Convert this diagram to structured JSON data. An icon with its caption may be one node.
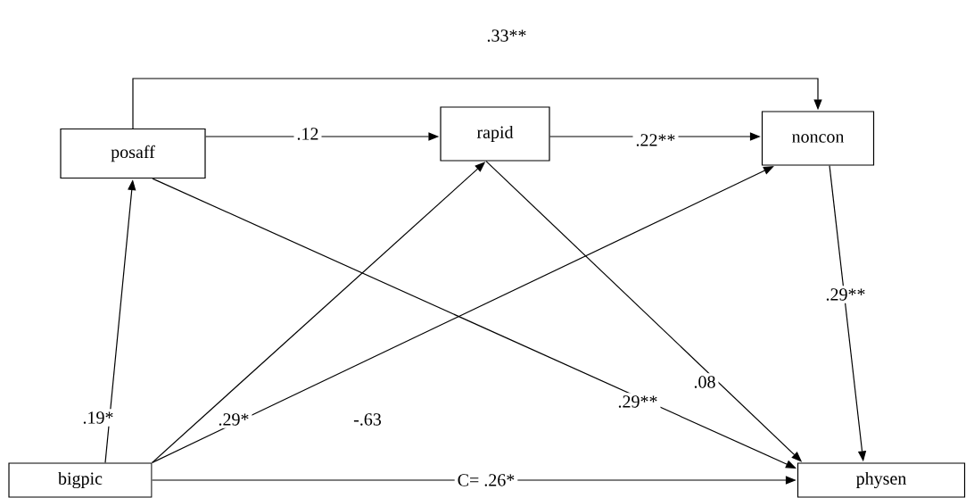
{
  "diagram": {
    "nodes": [
      {
        "text": [
          "posaff"
        ]
      },
      {
        "text": [
          "rapid"
        ]
      },
      {
        "text": [
          "noncon"
        ]
      },
      {
        "text": [
          "bigpic"
        ]
      },
      {
        "text": [
          "physen"
        ]
      }
    ],
    "edges": [
      {
        "from": 0,
        "to": 2,
        "arrow": "to",
        "label": ".33**"
      },
      {
        "from": 0,
        "to": 1,
        "arrow": "to",
        "label": ".12"
      },
      {
        "from": 1,
        "to": 2,
        "arrow": "to",
        "label": ".22**"
      },
      {
        "from": 3,
        "to": 0,
        "arrow": "to",
        "label": ".19*"
      },
      {
        "from": 3,
        "to": 1,
        "arrow": "to",
        "label": ".29*"
      },
      {
        "from": 3,
        "to": 2,
        "arrow": "to",
        "label": "-.63"
      },
      {
        "from": 3,
        "to": 4,
        "arrow": "to",
        "label": "C= .26*"
      },
      {
        "from": 0,
        "to": 4,
        "arrow": "to",
        "label": ".29**"
      },
      {
        "from": 1,
        "to": 4,
        "arrow": "to",
        "label": ".08"
      },
      {
        "from": 2,
        "to": 4,
        "arrow": "to",
        "label": ".29**"
      }
    ]
  }
}
